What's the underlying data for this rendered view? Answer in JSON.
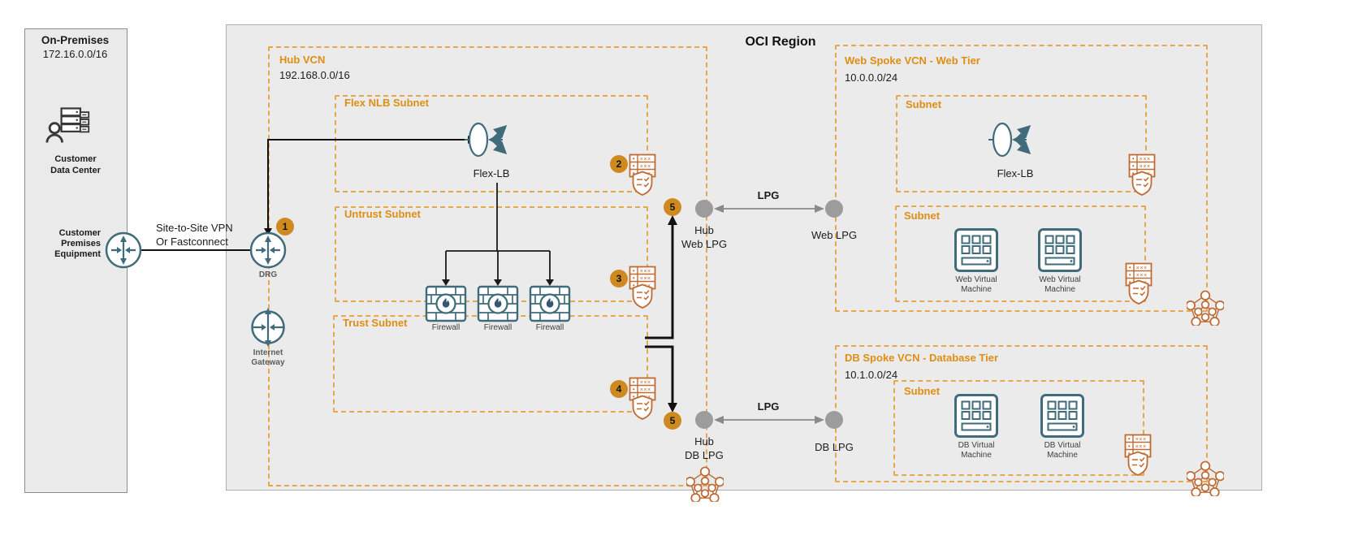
{
  "colors": {
    "accent_orange": "#DE8E14",
    "dash_orange": "#E6A84E",
    "rust_icon": "#BF6A33",
    "teal_icon": "#3F6B7B",
    "badge_fill": "#CE8A1F",
    "region_fill": "#EBEBEB",
    "lpg_gray": "#9C9C9C",
    "connector_black": "#111111"
  },
  "on_premises": {
    "title": "On-Premises",
    "cidr": "172.16.0.0/16",
    "data_center_label": "Customer\nData Center",
    "cpe_label": "Customer\nPremises\nEquipment"
  },
  "region": {
    "title": "OCI Region"
  },
  "connections": {
    "vpn_label": "Site-to-Site VPN\nOr Fastconnect",
    "lpg_label": "LPG"
  },
  "steps": {
    "one": "1",
    "two": "2",
    "three": "3",
    "four": "4",
    "five": "5"
  },
  "hub_vcn": {
    "title": "Hub VCN",
    "cidr": "192.168.0.0/16",
    "flex_subnet_label": "Flex NLB Subnet",
    "flex_lb_label": "Flex-LB",
    "untrust_subnet_label": "Untrust Subnet",
    "trust_subnet_label": "Trust Subnet",
    "firewall_label": "Firewall",
    "drg_label": "DRG",
    "internet_gateway_label": "Internet\nGateway",
    "hub_web_lpg_label": "Hub\nWeb LPG",
    "hub_db_lpg_label": "Hub\nDB LPG"
  },
  "web_vcn": {
    "title": "Web Spoke VCN - Web Tier",
    "cidr": "10.0.0.0/24",
    "subnet1_label": "Subnet",
    "subnet2_label": "Subnet",
    "flex_lb_label": "Flex-LB",
    "vm_label": "Web Virtual\nMachine",
    "lpg_label": "Web LPG"
  },
  "db_vcn": {
    "title": "DB Spoke VCN - Database Tier",
    "cidr": "10.1.0.0/24",
    "subnet_label": "Subnet",
    "vm_label": "DB Virtual\nMachine",
    "lpg_label": "DB LPG"
  }
}
